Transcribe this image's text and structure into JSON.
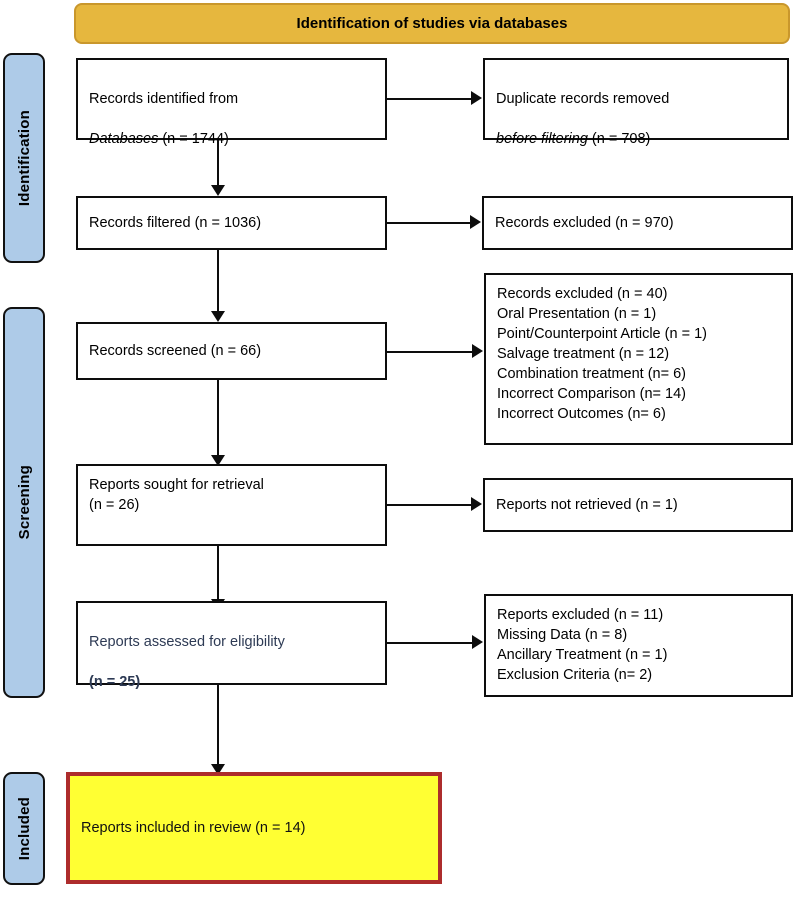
{
  "diagram": {
    "title": "Identification of studies via databases",
    "type": "prisma-flow-diagram"
  },
  "colors": {
    "banner_fill": "#e6b73e",
    "banner_border": "#c9972c",
    "phase_fill": "#aecbe8",
    "phase_border": "#111111",
    "box_border": "#0d0d0d",
    "included_fill": "#ffff33",
    "included_border": "#ad2c2c",
    "eligibility_text": "#2d3a54",
    "connector": "#0d0d0d"
  },
  "phases": [
    {
      "label": "Identification"
    },
    {
      "label": "Screening"
    },
    {
      "label": "Included"
    }
  ],
  "boxes": {
    "records_identified": {
      "line1": "Records identified from",
      "source": "Databases",
      "line2_tail": " (n = 1744)",
      "count": 1744
    },
    "duplicates_removed": {
      "line1": "Duplicate records removed",
      "source": "before filtering",
      "line2_tail": " (n = 708)",
      "count": 708
    },
    "records_filtered": {
      "text": "Records filtered (n = 1036)",
      "count": 1036
    },
    "records_excluded_filter": {
      "text": "Records excluded (n = 970)",
      "count": 970
    },
    "records_screened": {
      "text": "Records screened (n = 66)",
      "count": 66
    },
    "records_excluded_screen": {
      "text": "Records excluded (n = 40)\nOral Presentation (n = 1)\nPoint/Counterpoint Article (n = 1)\nSalvage treatment (n = 12)\nCombination treatment (n= 6)\nIncorrect Comparison (n= 14)\nIncorrect Outcomes (n= 6)",
      "reasons": [
        {
          "label": "Records excluded",
          "n": 40
        },
        {
          "label": "Oral Presentation",
          "n": 1
        },
        {
          "label": "Point/Counterpoint Article",
          "n": 1
        },
        {
          "label": "Salvage treatment",
          "n": 12
        },
        {
          "label": "Combination treatment",
          "n": 6
        },
        {
          "label": "Incorrect Comparison",
          "n": 14
        },
        {
          "label": "Incorrect Outcomes",
          "n": 6
        }
      ]
    },
    "reports_sought": {
      "text": "Reports sought for retrieval\n(n = 26)",
      "count": 26
    },
    "reports_not_retrieved": {
      "text": "Reports not retrieved (n = 1)",
      "count": 1
    },
    "reports_assessed": {
      "line1": "Reports assessed for eligibility",
      "line2": "(n = 25)",
      "count": 25
    },
    "reports_excluded_eligibility": {
      "text": "Reports excluded (n = 11)\nMissing Data (n = 8)\nAncillary Treatment (n = 1)\nExclusion Criteria (n= 2)",
      "reasons": [
        {
          "label": "Reports excluded",
          "n": 11
        },
        {
          "label": "Missing Data",
          "n": 8
        },
        {
          "label": "Ancillary Treatment",
          "n": 1
        },
        {
          "label": "Exclusion Criteria",
          "n": 2
        }
      ]
    },
    "reports_included": {
      "text": "Reports included in review (n = 14)",
      "count": 14
    }
  }
}
